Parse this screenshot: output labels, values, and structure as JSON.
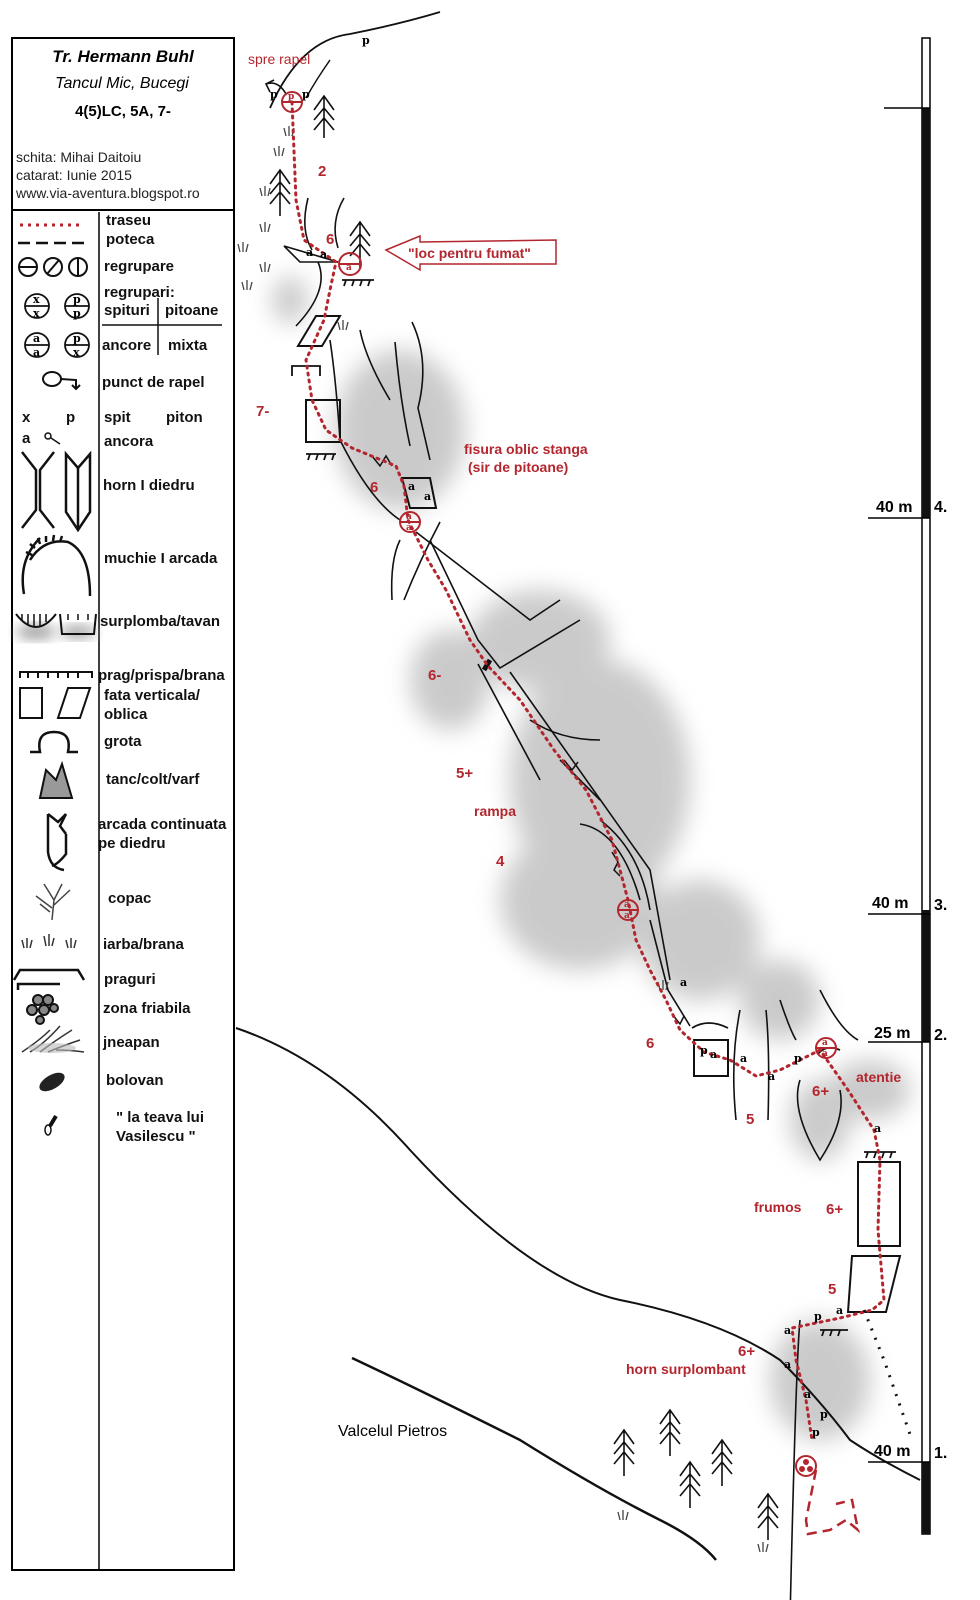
{
  "header": {
    "title": "Tr. Hermann Buhl",
    "location": "Tancul Mic,  Bucegi",
    "grade": "4(5)LC, 5A, 7-",
    "author": "schita: Mihai Daitoiu",
    "climbed": "catarat: Iunie 2015",
    "website": "www.via-aventura.blogspot.ro"
  },
  "legend": {
    "traseu": "traseu",
    "poteca": "poteca",
    "regrupare": "regrupare",
    "regrupari": "regrupari:",
    "spituri": "spituri",
    "pitoane": "pitoane",
    "ancore": "ancore",
    "mixta": "mixta",
    "rapel": "punct de rapel",
    "x": "x",
    "p": "p",
    "spit": "spit",
    "piton": "piton",
    "a": "a",
    "ancora": "ancora",
    "horn": "horn     I  diedru",
    "muchie": "muchie I arcada",
    "surplomba": "surplomba/tavan",
    "prag": "prag/prispa/brana",
    "fata1": "fata verticala/",
    "fata2": "oblica",
    "grota": "grota",
    "tanc": "tanc/colt/varf",
    "arcada1": "arcada continuata",
    "arcada2": "pe diedru",
    "copac": "copac",
    "iarba": "iarba/brana",
    "praguri": "praguri",
    "friabila": "zona friabila",
    "jneapan": "jneapan",
    "bolovan": "bolovan",
    "teava1": "\" la  teava  lui",
    "teava2": "Vasilescu \""
  },
  "topo": {
    "spre_rapel": "spre rapel",
    "loc_fumat": "\"loc pentru fumat\"",
    "fisura1": "fisura oblic stanga",
    "fisura2": "(sir de pitoane)",
    "rampa": "rampa",
    "atentie": "atentie",
    "frumos": "frumos",
    "horn_surplombant": "horn surplombant",
    "valcelul": "Valcelul Pietros",
    "grades": {
      "g2": "2",
      "g6a": "6",
      "g7m": "7-",
      "g6b": "6",
      "g6m": "6-",
      "g5p": "5+",
      "g4": "4",
      "g6c": "6",
      "g5a": "5",
      "g6pa": "6+",
      "g6pb": "6+",
      "g5b": "5",
      "g6pc": "6+"
    }
  },
  "scale": {
    "m4": "40 m",
    "n4": "4.",
    "m3": "40 m",
    "n3": "3.",
    "m2": "25 m",
    "n2": "2.",
    "m1": "40 m",
    "n1": "1."
  },
  "colors": {
    "route": "#b3262e",
    "ink": "#111111",
    "shade": "#9a9a9a"
  }
}
